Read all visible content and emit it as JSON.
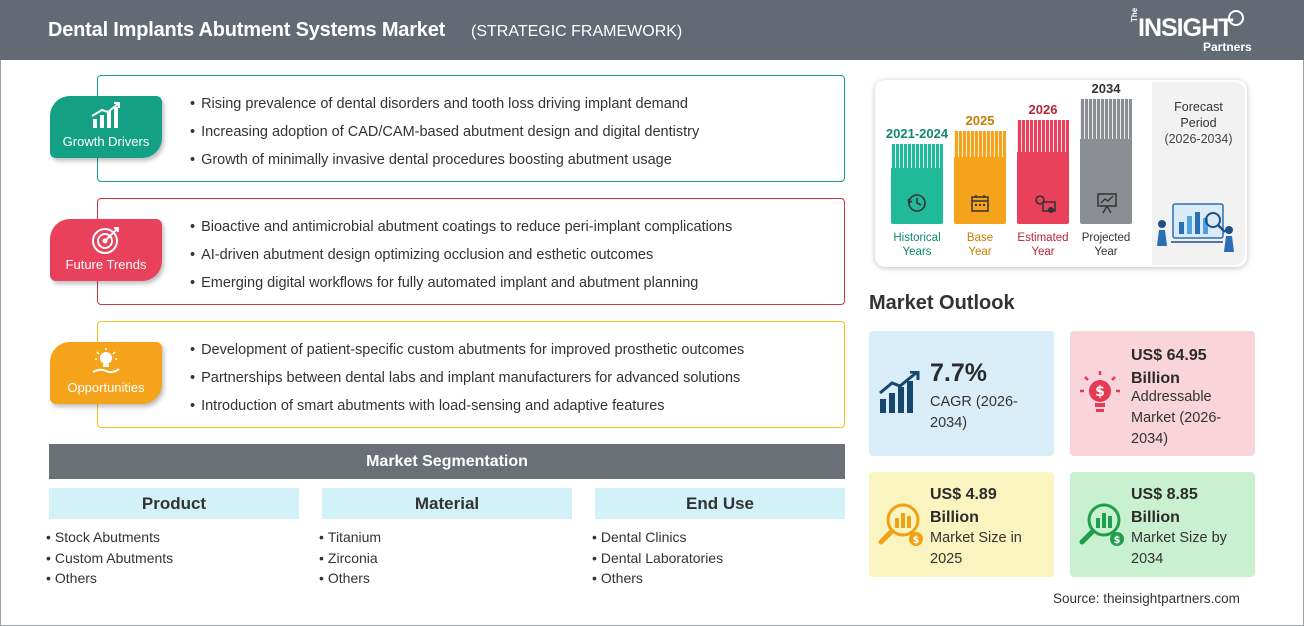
{
  "header": {
    "title": "Dental Implants Abutment Systems Market",
    "subtitle": "(STRATEGIC FRAMEWORK)",
    "logo": {
      "the": "The",
      "insight": "INSIGHT",
      "partners": "Partners"
    }
  },
  "strategy": {
    "growth_drivers": {
      "label": "Growth Drivers",
      "color": "#14a085",
      "items": [
        "Rising prevalence of dental disorders and tooth loss driving implant demand",
        "Increasing adoption of CAD/CAM-based abutment design and digital dentistry",
        "Growth of minimally invasive dental procedures boosting abutment usage"
      ]
    },
    "future_trends": {
      "label": "Future Trends",
      "color": "#e9415b",
      "items": [
        "Bioactive and antimicrobial abutment coatings to reduce peri-implant complications",
        "AI-driven abutment design optimizing occlusion and esthetic outcomes",
        "Emerging digital workflows for fully automated implant and abutment planning"
      ]
    },
    "opportunities": {
      "label": "Opportunities",
      "color": "#f5a31a",
      "items": [
        "Development of patient-specific custom abutments for improved prosthetic outcomes",
        "Partnerships between dental labs and implant manufacturers for advanced solutions",
        "Introduction of smart abutments with load-sensing and adaptive features"
      ]
    }
  },
  "segmentation": {
    "title": "Market Segmentation",
    "columns": [
      {
        "heading": "Product",
        "items": [
          "Stock Abutments",
          "Custom Abutments",
          "Others"
        ]
      },
      {
        "heading": "Material",
        "items": [
          "Titanium",
          "Zirconia",
          "Others"
        ]
      },
      {
        "heading": "End Use",
        "items": [
          "Dental Clinics",
          "Dental Laboratories",
          "Others"
        ]
      }
    ]
  },
  "timeline": {
    "bars": [
      {
        "year": "2021-2024",
        "label_line1": "Historical",
        "label_line2": "Years",
        "color": "#20b99a",
        "text_color": "#0e8a6d",
        "icon": "history-icon"
      },
      {
        "year": "2025",
        "label_line1": "Base",
        "label_line2": "Year",
        "color": "#f5a31a",
        "text_color": "#c77d00",
        "icon": "calendar-icon"
      },
      {
        "year": "2026",
        "label_line1": "Estimated",
        "label_line2": "Year",
        "color": "#e9415b",
        "text_color": "#b8243b",
        "icon": "gears-icon"
      },
      {
        "year": "2034",
        "label_line1": "Projected",
        "label_line2": "Year",
        "color": "#8a8d91",
        "text_color": "#333333",
        "icon": "presentation-icon"
      }
    ],
    "forecast": {
      "line1": "Forecast",
      "line2": "Period",
      "range": "(2026-2034)"
    }
  },
  "outlook": {
    "title": "Market Outlook",
    "cagr": {
      "value": "7.7%",
      "line1": "CAGR (2026-",
      "line2": "2034)",
      "bg": "#d9eef8"
    },
    "addressable": {
      "value_line1": "US$ 64.95",
      "value_line2": "Billion",
      "line1": "Addressable",
      "line2": "Market (2026-",
      "line3": "2034)",
      "bg": "#f9d4db"
    },
    "size_2025": {
      "value_line1": "US$ 4.89",
      "value_line2": "Billion",
      "line1": "Market Size in",
      "line2": "2025",
      "bg": "#faf4c0"
    },
    "size_2034": {
      "value_line1": "US$ 8.85",
      "value_line2": "Billion",
      "line1": "Market Size by",
      "line2": "2034",
      "bg": "#c9f0cf"
    }
  },
  "source": "Source: theinsightpartners.com"
}
